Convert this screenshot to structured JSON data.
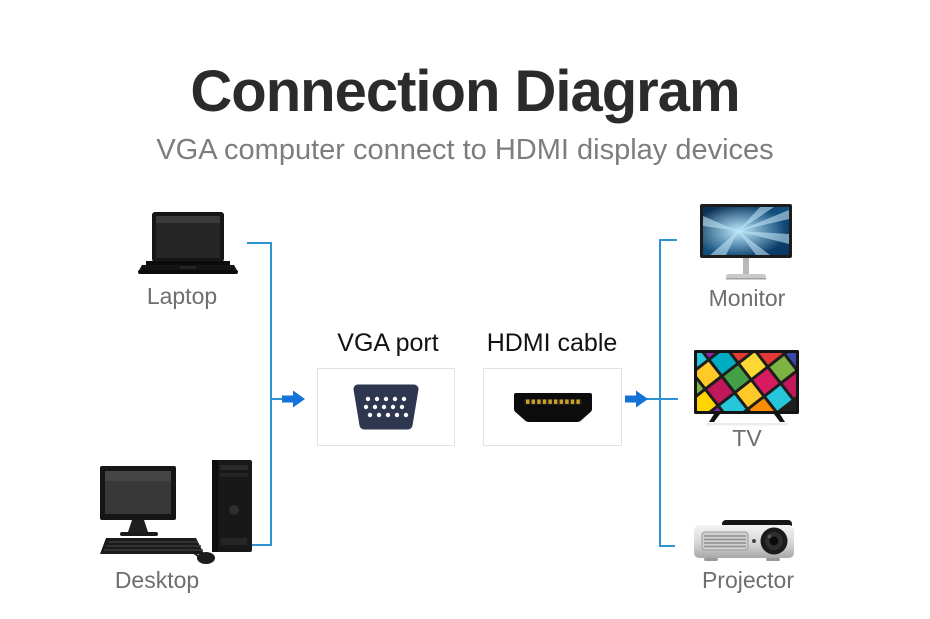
{
  "header": {
    "title": "Connection Diagram",
    "subtitle": "VGA computer connect to HDMI display devices"
  },
  "sources": [
    {
      "id": "laptop",
      "label": "Laptop",
      "icon": "laptop-icon"
    },
    {
      "id": "desktop",
      "label": "Desktop",
      "icon": "desktop-icon"
    }
  ],
  "adapters": [
    {
      "id": "vga",
      "label": "VGA port",
      "icon": "vga-connector-icon"
    },
    {
      "id": "hdmi",
      "label": "HDMI cable",
      "icon": "hdmi-connector-icon"
    }
  ],
  "displays": [
    {
      "id": "monitor",
      "label": "Monitor",
      "icon": "monitor-icon"
    },
    {
      "id": "tv",
      "label": "TV",
      "icon": "tv-icon"
    },
    {
      "id": "projector",
      "label": "Projector",
      "icon": "projector-icon"
    }
  ],
  "colors": {
    "connector_line": "#2e93d4",
    "arrow": "#1472d8",
    "title_text": "#2b2b2b",
    "subtitle_text": "#7d7d7d",
    "device_label": "#6e6e6e",
    "port_label": "#121212",
    "box_border": "#e3e3e3",
    "vga_body": "#2e3650",
    "hdmi_body": "#0c0c0c",
    "hdmi_pins": "#c9a227"
  }
}
